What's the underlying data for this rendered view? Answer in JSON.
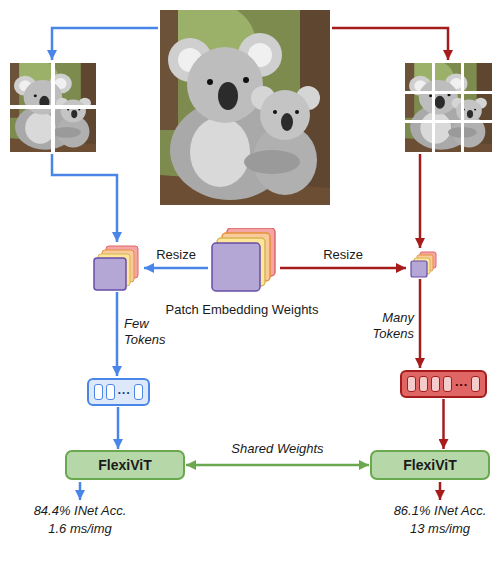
{
  "diagram": {
    "nodes": [
      {
        "text": [
          "Patch Embedding Weights"
        ]
      },
      {
        "text": [
          "···"
        ]
      },
      {
        "text": [
          "···"
        ]
      },
      {
        "text": [
          "FlexiViT"
        ]
      },
      {
        "text": [
          "FlexiViT"
        ]
      }
    ],
    "edges": [
      {
        "from": 1,
        "to": 3,
        "arrow": "to"
      },
      {
        "from": 2,
        "to": 4,
        "arrow": "to"
      },
      {
        "from": 3,
        "to": 4,
        "label": "Shared Weights",
        "arrow": "both"
      }
    ],
    "labels": [
      "Resize",
      "Resize",
      "Few Tokens",
      "Many Tokens",
      "84.4% INet Acc.",
      "1.6 ms/img",
      "86.1% INet Acc.",
      "13 ms/img"
    ]
  }
}
